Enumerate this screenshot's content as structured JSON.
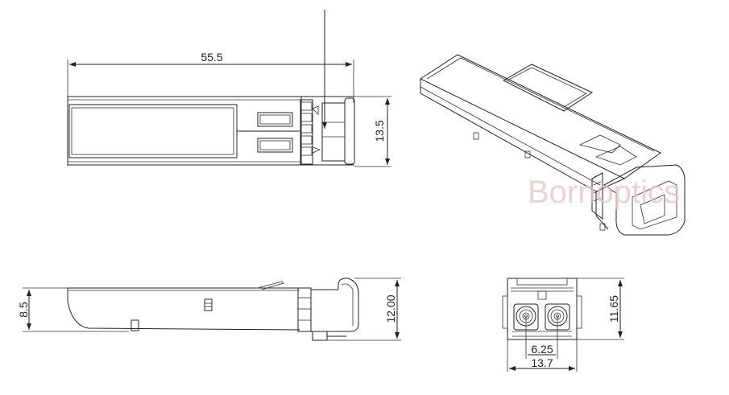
{
  "dimensions": {
    "length": "55.5",
    "width_top": "13.5",
    "height_side_body": "8.5",
    "height_side_total": "12.00",
    "front_height": "11.65",
    "port_pitch": "6.25",
    "front_width": "13.7"
  },
  "watermark": "Bornoptics",
  "colors": {
    "line": "#222222",
    "watermark": "#e6c3c3",
    "background": "#ffffff"
  }
}
